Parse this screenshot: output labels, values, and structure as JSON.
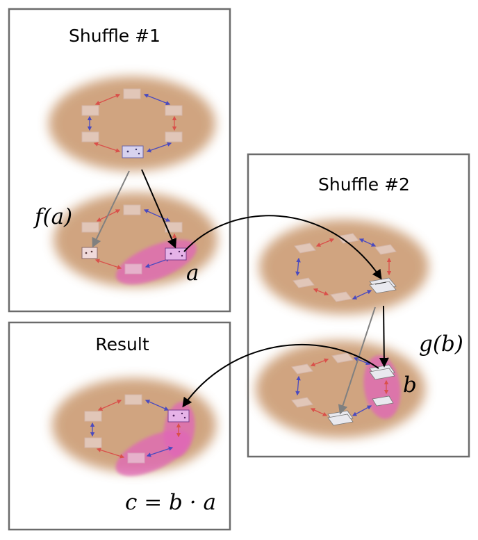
{
  "panels": {
    "shuffle1": {
      "title": "Shuffle #1"
    },
    "shuffle2": {
      "title": "Shuffle #2"
    },
    "result": {
      "title": "Result"
    }
  },
  "labels": {
    "f_a": "f(a)",
    "a": "a",
    "g_b": "g(b)",
    "b": "b",
    "c_eq": "c = b · a"
  },
  "colors": {
    "blob": "#c8956a",
    "highlight": "#e066b8",
    "arrow_red": "#d9504a",
    "arrow_blue": "#4a4abf",
    "arrow_black": "#000000",
    "arrow_gray": "#808080",
    "panel_border": "#6b6b6b"
  }
}
